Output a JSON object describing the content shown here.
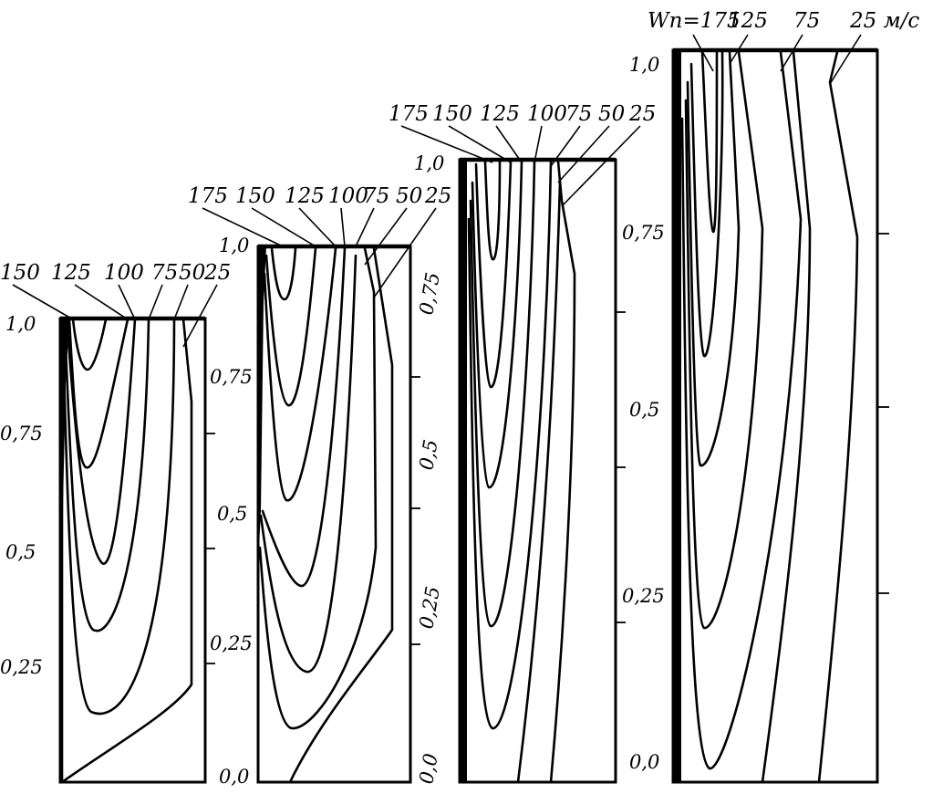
{
  "panels": [
    {
      "id": "panel-1",
      "y_ticks": [
        "1,0",
        "0,75",
        "0,5",
        "0,25"
      ],
      "top_labels": [
        "150",
        "125",
        "100",
        "75",
        "50",
        "25"
      ]
    },
    {
      "id": "panel-2",
      "y_ticks": [
        "1,0",
        "0,75",
        "0,5",
        "0,25",
        "0,0"
      ],
      "top_labels": [
        "175",
        "150",
        "125",
        "100",
        "75",
        "50",
        "25"
      ]
    },
    {
      "id": "panel-3",
      "y_ticks": [
        "1,0",
        "0,75",
        "0,5",
        "0,25",
        "0,0"
      ],
      "top_labels": [
        "175",
        "150",
        "125",
        "100",
        "75",
        "50",
        "25"
      ]
    },
    {
      "id": "panel-4",
      "y_ticks": [
        "1,0",
        "0,75",
        "0,5",
        "0,25",
        "0,0"
      ],
      "top_labels": [
        "Wn=175",
        "125",
        "75",
        "25 м/с"
      ]
    }
  ]
}
